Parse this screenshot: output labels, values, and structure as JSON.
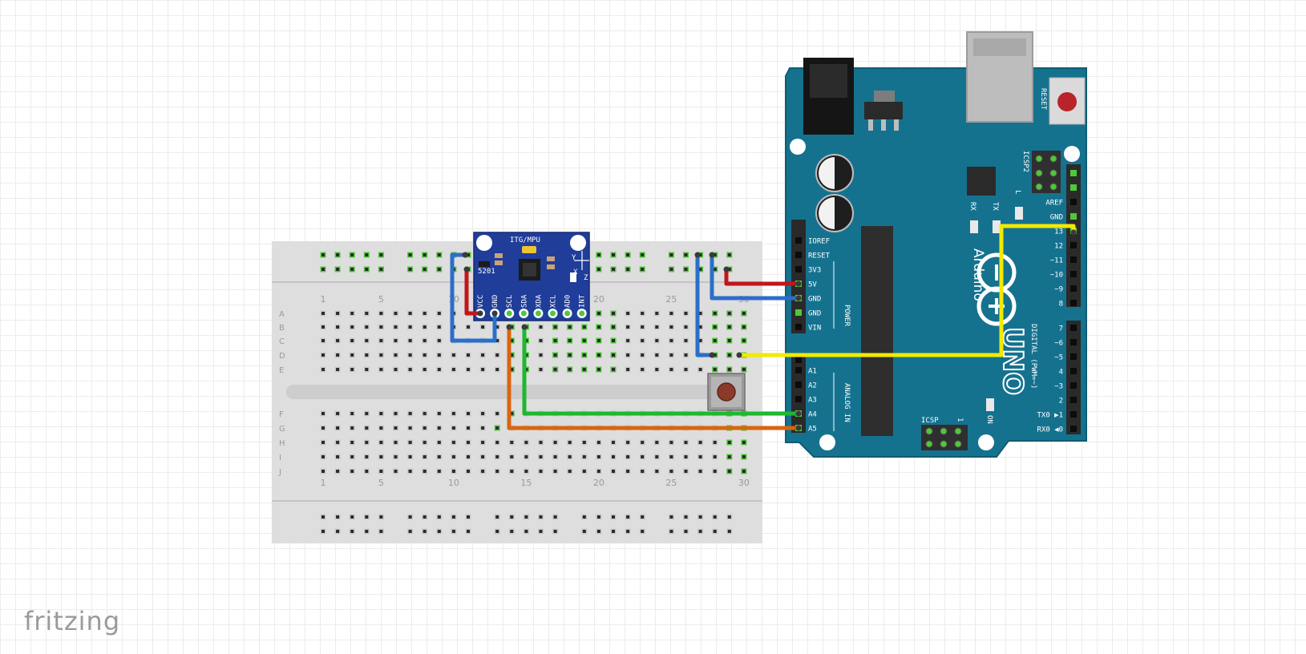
{
  "app": {
    "logo_text": "fritzing"
  },
  "breadboard": {
    "rows_top": [
      "A",
      "B",
      "C",
      "D",
      "E"
    ],
    "rows_bottom": [
      "F",
      "G",
      "H",
      "I",
      "J"
    ],
    "column_numbers_top": [
      "1",
      "5",
      "10",
      "15",
      "20",
      "25",
      "30"
    ],
    "column_numbers_bottom": [
      "1",
      "5",
      "10",
      "15",
      "20",
      "25",
      "30"
    ]
  },
  "sensor": {
    "title": "ITG/MPU",
    "chip_label": "5201",
    "axis_labels": [
      "Y",
      "X",
      "Z"
    ],
    "pins": [
      "VCC",
      "GND",
      "SCL",
      "SDA",
      "XDA",
      "XCL",
      "AD0",
      "INT"
    ]
  },
  "arduino": {
    "brand": "Arduino",
    "tm": "™",
    "model": "UNO",
    "reset_label": "RESET",
    "icsp2_label": "ICSP2",
    "icsp_label": "ICSP",
    "icsp_pin1": "1",
    "on_label": "ON",
    "rx_label": "RX",
    "tx_label": "TX",
    "l_label": "L",
    "power_label": "POWER",
    "analog_label": "ANALOG IN",
    "digital_label": "DIGITAL (PWM=~)",
    "power_pins": [
      "IOREF",
      "RESET",
      "3V3",
      "5V",
      "GND",
      "GND",
      "VIN"
    ],
    "analog_pins": [
      "A1",
      "A2",
      "A3",
      "A4",
      "A5"
    ],
    "digital_pins_top": [
      "AREF",
      "GND",
      "13",
      "12",
      "~11",
      "~10",
      "~9",
      "8"
    ],
    "digital_pins_bottom": [
      "7",
      "~6",
      "~5",
      "4",
      "~3",
      "2",
      "TX0 ▶1",
      "RX0 ◀0"
    ]
  },
  "colors": {
    "board_teal": "#15728f",
    "board_edge": "#0f5c74",
    "breadboard": "#dedede",
    "sensor_blue": "#1f3d99",
    "wire_red": "#c3151b",
    "wire_blue": "#2a6fc9",
    "wire_yellow": "#f2ea00",
    "wire_green": "#1fb82f",
    "wire_orange": "#d9650f",
    "button_cap": "#8b3a2a",
    "reset_button": "#b8242a"
  }
}
